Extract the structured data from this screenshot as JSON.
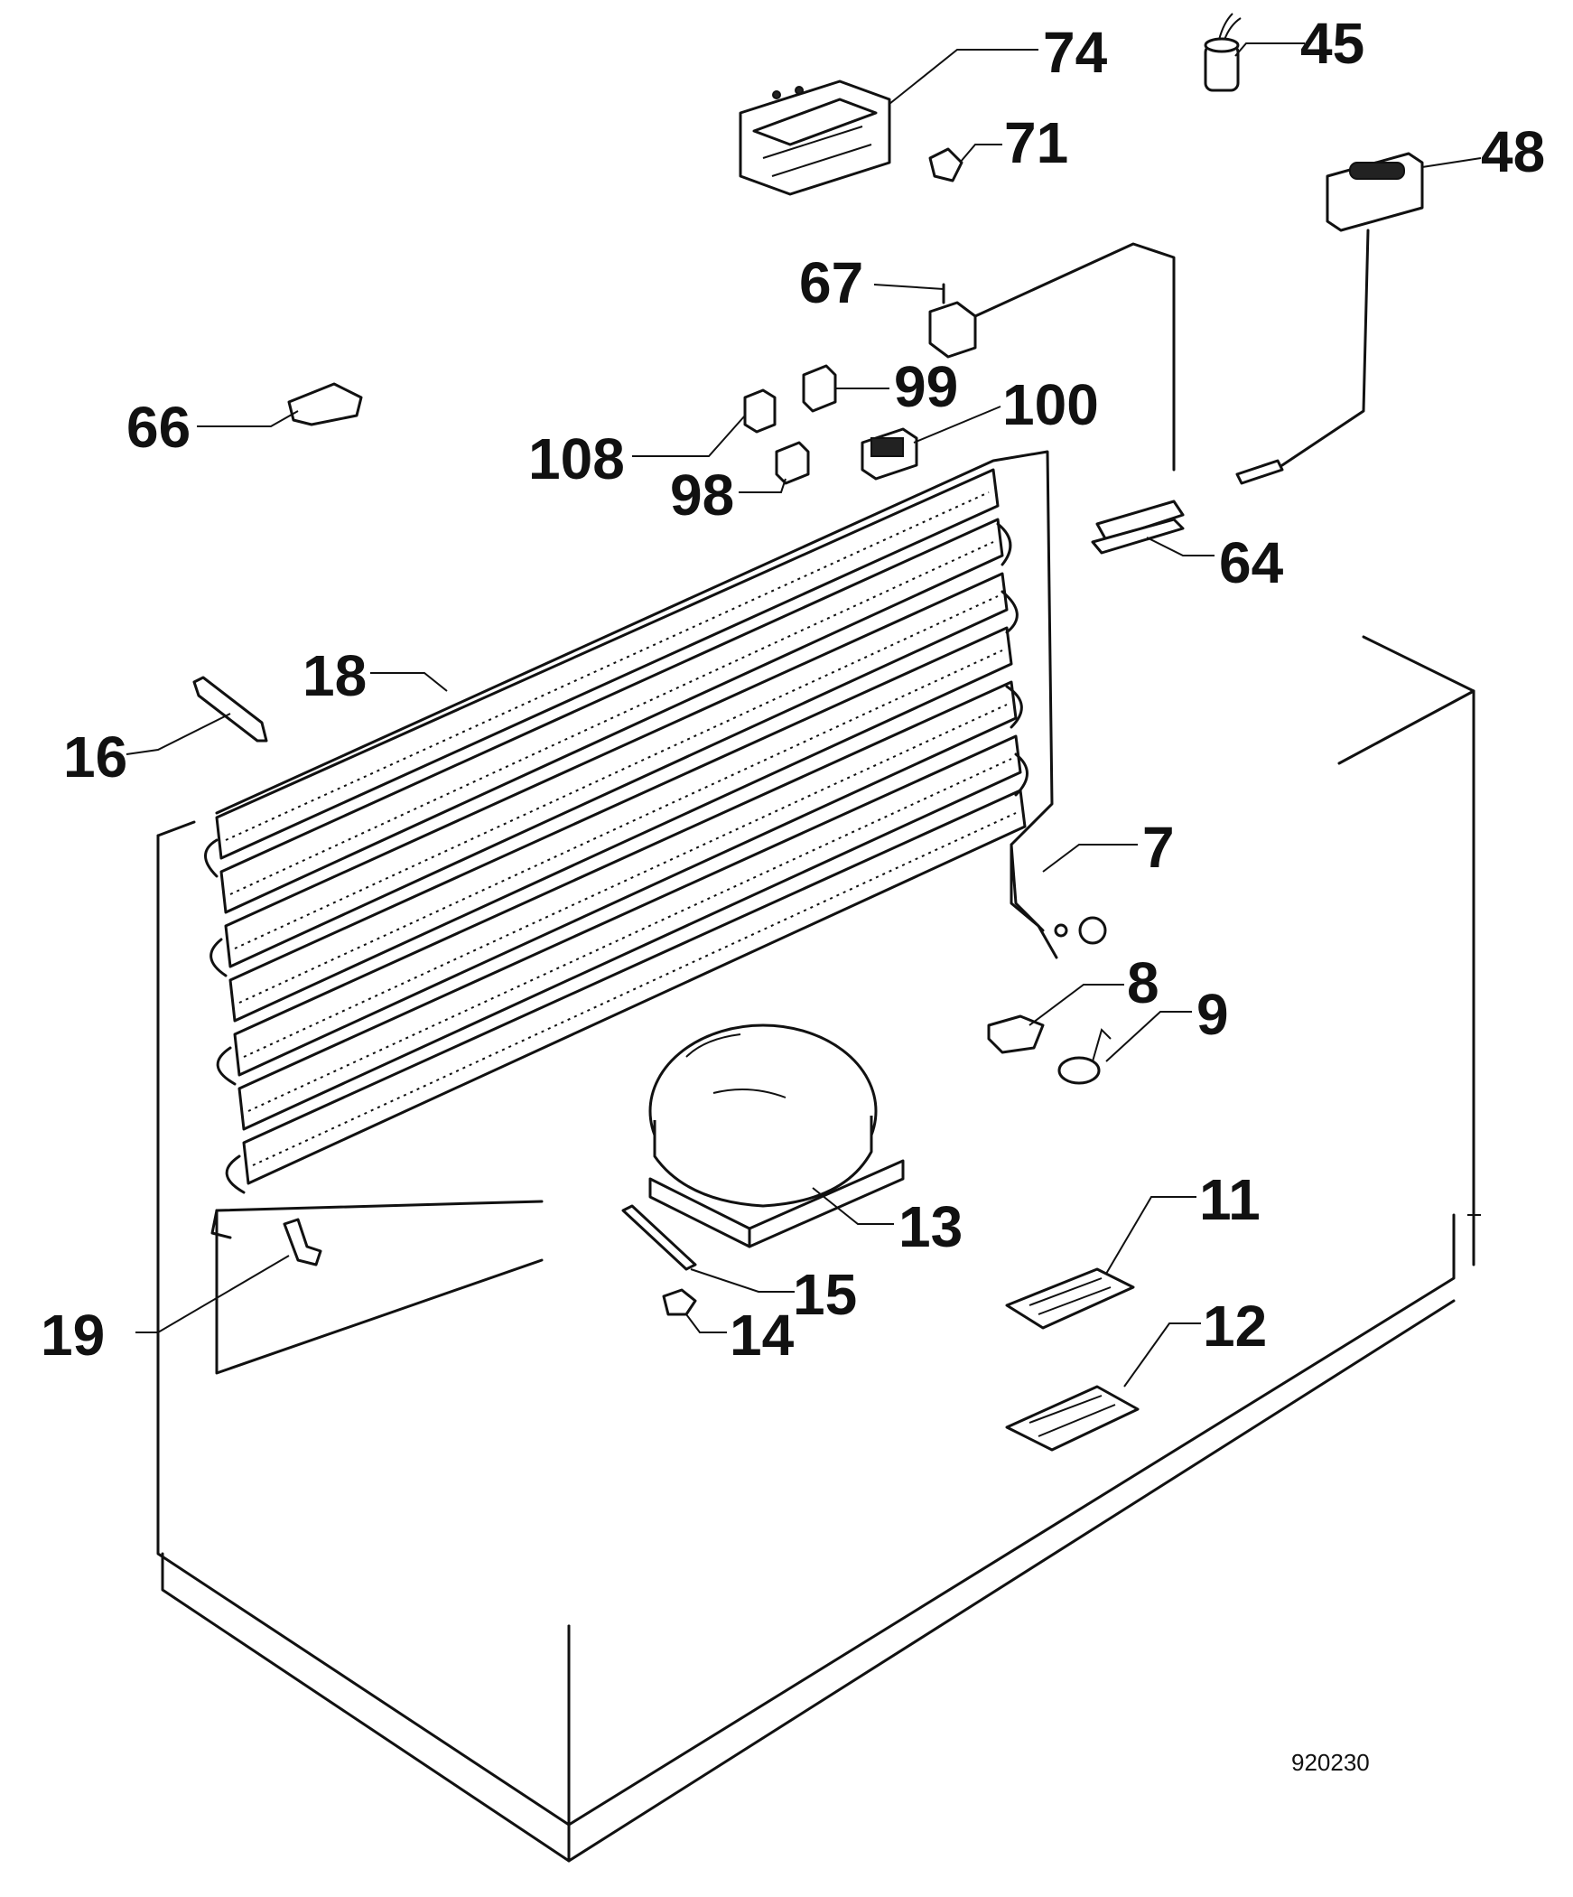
{
  "diagram_code": "920230",
  "callouts": {
    "c74": "74",
    "c45": "45",
    "c71": "71",
    "c48": "48",
    "c67": "67",
    "c99": "99",
    "c66": "66",
    "c100": "100",
    "c108": "108",
    "c98": "98",
    "c64": "64",
    "c18": "18",
    "c16": "16",
    "c7": "7",
    "c8": "8",
    "c9": "9",
    "c13": "13",
    "c11": "11",
    "c15": "15",
    "c19": "19",
    "c14": "14",
    "c12": "12"
  }
}
